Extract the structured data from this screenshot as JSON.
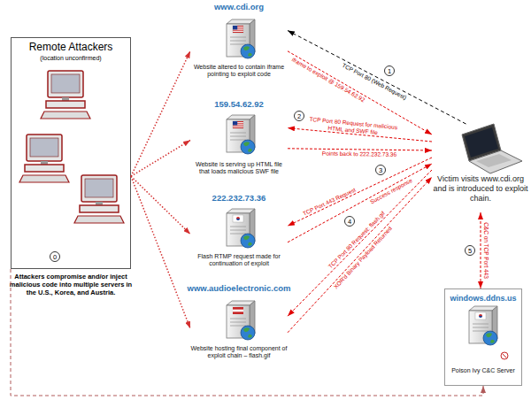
{
  "diagram": {
    "nodes": [
      {
        "text": [
          "Remote Attackers",
          "(location unconfirmed)",
          "Attackers compromise and/or inject malicious code into multiple servers in the U.S., Korea, and Austria."
        ]
      },
      {
        "text": [
          "www.cdi.org",
          "Website altered to contain iframe pointing to exploit code"
        ]
      },
      {
        "text": [
          "159.54.62.92",
          "Website is serving up HTML file that loads malicious SWF file"
        ]
      },
      {
        "text": [
          "222.232.73.36",
          "Flash RTMP request made for continuation of exploit"
        ]
      },
      {
        "text": [
          "www.audioelectronic.com",
          "Website hosting final component of exploit chain – flash.gif"
        ]
      },
      {
        "text": [
          "Victim visits www.cdi.org and is introduced to exploit chain."
        ]
      },
      {
        "text": [
          "windows.ddns.us",
          "Poison Ivy C&C Server"
        ]
      }
    ],
    "edges": [
      {
        "from": 0,
        "to": 1,
        "arrow": "to"
      },
      {
        "from": 0,
        "to": 2,
        "arrow": "to"
      },
      {
        "from": 0,
        "to": 3,
        "arrow": "to"
      },
      {
        "from": 0,
        "to": 4,
        "arrow": "to"
      },
      {
        "from": 0,
        "to": 6,
        "arrow": "to"
      },
      {
        "from": 5,
        "to": 1,
        "label": "TCP Port 80 (Web Request)",
        "arrow": "to"
      },
      {
        "from": 1,
        "to": 5,
        "label": "iframe to exploit @ 159.54.62.92",
        "arrow": "to"
      },
      {
        "from": 5,
        "to": 2,
        "label": "TCP Port 80 Request for malicious HTML and SWF file",
        "arrow": "to"
      },
      {
        "from": 2,
        "to": 5,
        "label": "Points back to 222.232.73.36",
        "arrow": "to"
      },
      {
        "from": 5,
        "to": 3,
        "label": "TCP Port 443 Request",
        "arrow": "to"
      },
      {
        "from": 3,
        "to": 5,
        "label": "Success response",
        "arrow": "to"
      },
      {
        "from": 5,
        "to": 4,
        "label": "TCP Port 80 Request: flash.gif",
        "arrow": "to"
      },
      {
        "from": 4,
        "to": 5,
        "label": "XOR'd Binary Payload Returned",
        "arrow": "to"
      },
      {
        "from": 5,
        "to": 6,
        "label": "C&C on TCP Port 443",
        "arrow": "both"
      }
    ],
    "labels": [
      "0",
      "1",
      "2",
      "3",
      "4",
      "5"
    ]
  }
}
